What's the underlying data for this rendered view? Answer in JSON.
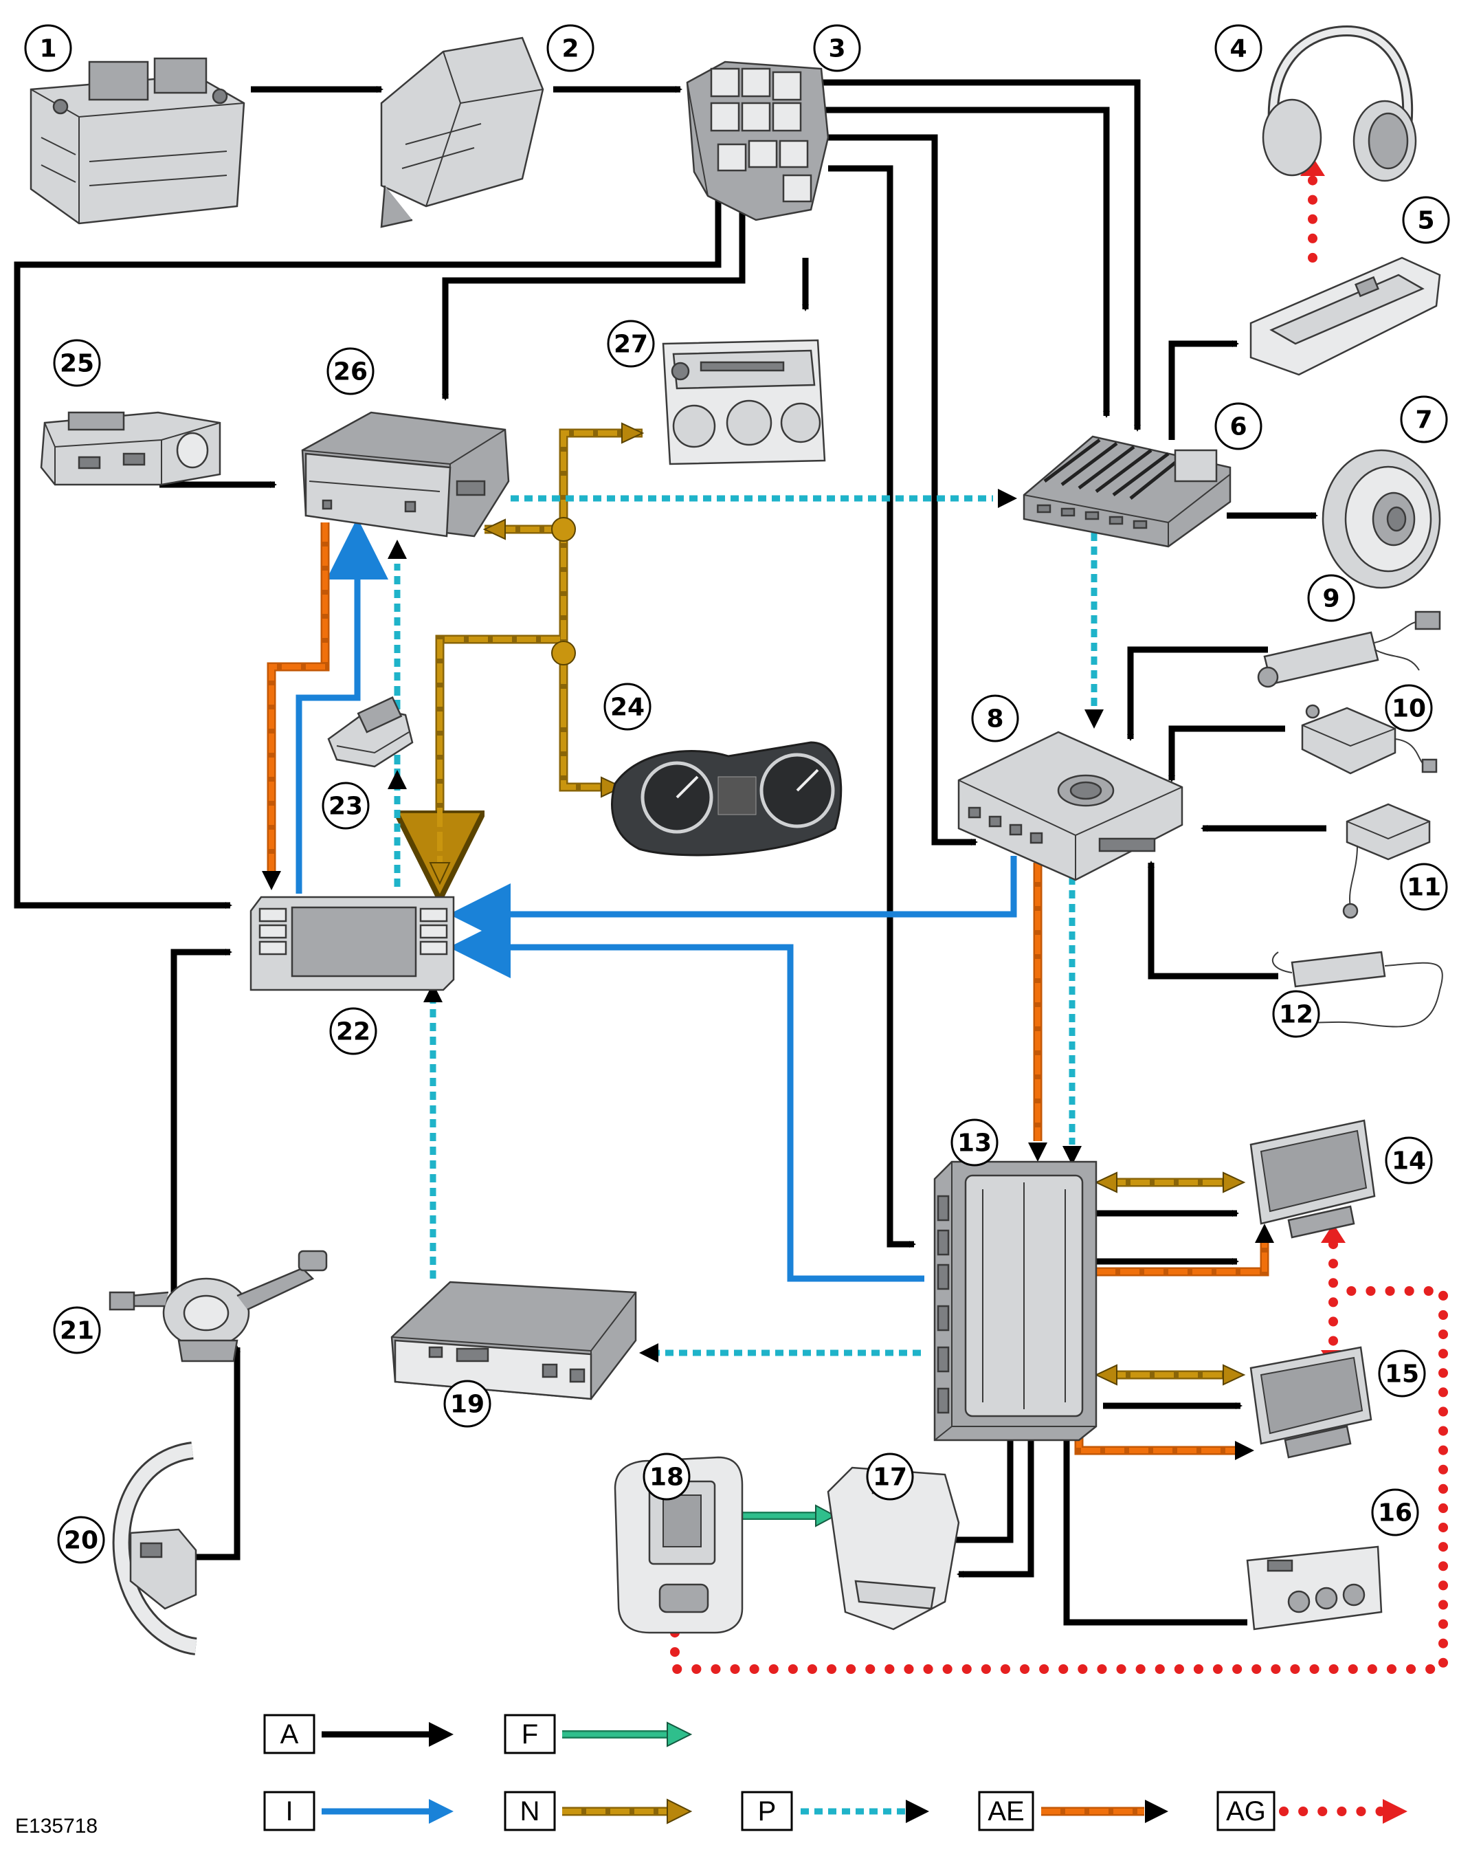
{
  "figure_ref": "E135718",
  "components": [
    {
      "num": "1",
      "icon": "battery-icon"
    },
    {
      "num": "2",
      "icon": "battery-junction-box-icon"
    },
    {
      "num": "3",
      "icon": "fuse-box-icon"
    },
    {
      "num": "4",
      "icon": "headphones-icon"
    },
    {
      "num": "5",
      "icon": "headphone-transmitter-icon"
    },
    {
      "num": "6",
      "icon": "audio-amplifier-icon"
    },
    {
      "num": "7",
      "icon": "speaker-icon"
    },
    {
      "num": "8",
      "icon": "tuner-module-icon"
    },
    {
      "num": "9",
      "icon": "antenna-amplifier-icon"
    },
    {
      "num": "10",
      "icon": "antenna-module-icon"
    },
    {
      "num": "11",
      "icon": "antenna-module-icon"
    },
    {
      "num": "12",
      "icon": "antenna-amplifier-icon"
    },
    {
      "num": "13",
      "icon": "rear-seat-entertainment-module-icon"
    },
    {
      "num": "14",
      "icon": "rear-display-screen-icon"
    },
    {
      "num": "15",
      "icon": "rear-display-screen-icon"
    },
    {
      "num": "16",
      "icon": "auxiliary-input-panel-icon"
    },
    {
      "num": "17",
      "icon": "remote-control-cradle-icon"
    },
    {
      "num": "18",
      "icon": "remote-control-icon"
    },
    {
      "num": "19",
      "icon": "media-interface-module-icon"
    },
    {
      "num": "20",
      "icon": "steering-wheel-icon"
    },
    {
      "num": "21",
      "icon": "steering-column-switch-icon"
    },
    {
      "num": "22",
      "icon": "touch-screen-display-icon"
    },
    {
      "num": "23",
      "icon": "connector-icon"
    },
    {
      "num": "24",
      "icon": "instrument-cluster-icon"
    },
    {
      "num": "25",
      "icon": "auxiliary-socket-panel-icon"
    },
    {
      "num": "26",
      "icon": "integrated-audio-module-icon"
    },
    {
      "num": "27",
      "icon": "control-panel-icon"
    }
  ],
  "legend": [
    {
      "code": "A",
      "color": "#000000",
      "style": "solid"
    },
    {
      "code": "F",
      "color": "#2fbf8c",
      "style": "solid"
    },
    {
      "code": "I",
      "color": "#1a82d8",
      "style": "solid"
    },
    {
      "code": "N",
      "color": "#b8860b",
      "style": "dashed-white"
    },
    {
      "code": "P",
      "color": "#1fb3c9",
      "style": "dotted"
    },
    {
      "code": "AE",
      "color": "#f0700c",
      "style": "dashed-white"
    },
    {
      "code": "AG",
      "color": "#e62020",
      "style": "round-dotted"
    }
  ]
}
